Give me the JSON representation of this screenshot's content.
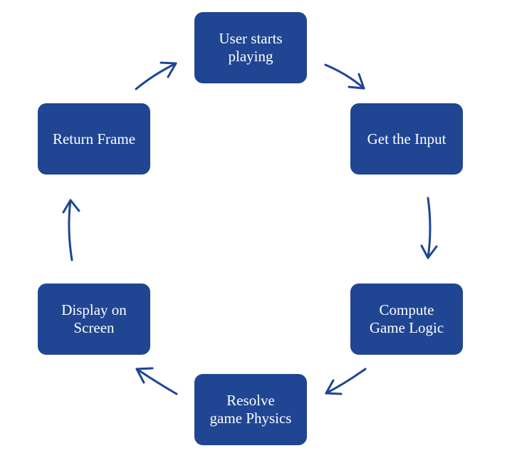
{
  "diagram": {
    "nodes": {
      "start": {
        "lines": [
          "User starts",
          "playing"
        ]
      },
      "input": {
        "lines": [
          "Get the Input"
        ]
      },
      "logic": {
        "lines": [
          "Compute",
          "Game Logic"
        ]
      },
      "physics": {
        "lines": [
          "Resolve",
          "game Physics"
        ]
      },
      "display": {
        "lines": [
          "Display on",
          "Screen"
        ]
      },
      "return": {
        "lines": [
          "Return Frame"
        ]
      }
    },
    "colors": {
      "node_fill": "#1f4593",
      "node_text": "#ffffff",
      "arrow": "#1f4593",
      "background": "#ffffff"
    }
  }
}
